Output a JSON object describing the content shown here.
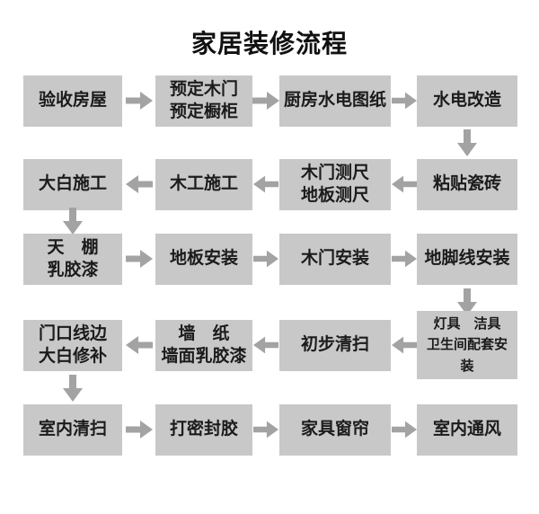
{
  "title": "家居装修流程",
  "colors": {
    "bg": "#ffffff",
    "box_bg": "#c8c8c8",
    "arrow": "#a3a3a3",
    "text": "#1b1b1b"
  },
  "flow": {
    "rows": [
      {
        "arrow_direction": "right",
        "boxes": [
          {
            "label": "验收房屋"
          },
          {
            "label": "预定木门\n预定橱柜"
          },
          {
            "label": "厨房水电图纸"
          },
          {
            "label": "水电改造"
          }
        ]
      },
      {
        "arrow_direction": "left",
        "boxes": [
          {
            "label": "大白施工"
          },
          {
            "label": "木工施工"
          },
          {
            "label": "木门测尺\n地板测尺"
          },
          {
            "label": "粘贴瓷砖"
          }
        ]
      },
      {
        "arrow_direction": "right",
        "boxes": [
          {
            "label": "天　棚\n乳胶漆"
          },
          {
            "label": "地板安装"
          },
          {
            "label": "木门安装"
          },
          {
            "label": "地脚线安装"
          }
        ]
      },
      {
        "arrow_direction": "left",
        "boxes": [
          {
            "label": "门口线边\n大白修补"
          },
          {
            "label": "墙　纸\n墙面乳胶漆"
          },
          {
            "label": "初步清扫"
          },
          {
            "label": "灯具　洁具\n卫生间配套安装"
          }
        ]
      },
      {
        "arrow_direction": "right",
        "boxes": [
          {
            "label": "室内清扫"
          },
          {
            "label": "打密封胶"
          },
          {
            "label": "家具窗帘"
          },
          {
            "label": "室内通风"
          }
        ]
      }
    ],
    "vertical_connectors": [
      {
        "from": "水电改造",
        "to": "粘贴瓷砖"
      },
      {
        "from": "大白施工",
        "to": "天棚 乳胶漆"
      },
      {
        "from": "地脚线安装",
        "to": "灯具 洁具 卫生间配套安装"
      },
      {
        "from": "门口线边 大白修补",
        "to": "室内清扫"
      }
    ],
    "process_order": [
      "验收房屋",
      "预定木门 预定橱柜",
      "厨房水电图纸",
      "水电改造",
      "粘贴瓷砖",
      "木门测尺 地板测尺",
      "木工施工",
      "大白施工",
      "天棚 乳胶漆",
      "地板安装",
      "木门安装",
      "地脚线安装",
      "灯具 洁具 卫生间配套安装",
      "初步清扫",
      "墙纸 墙面乳胶漆",
      "门口线边 大白修补",
      "室内清扫",
      "打密封胶",
      "家具窗帘",
      "室内通风"
    ]
  }
}
